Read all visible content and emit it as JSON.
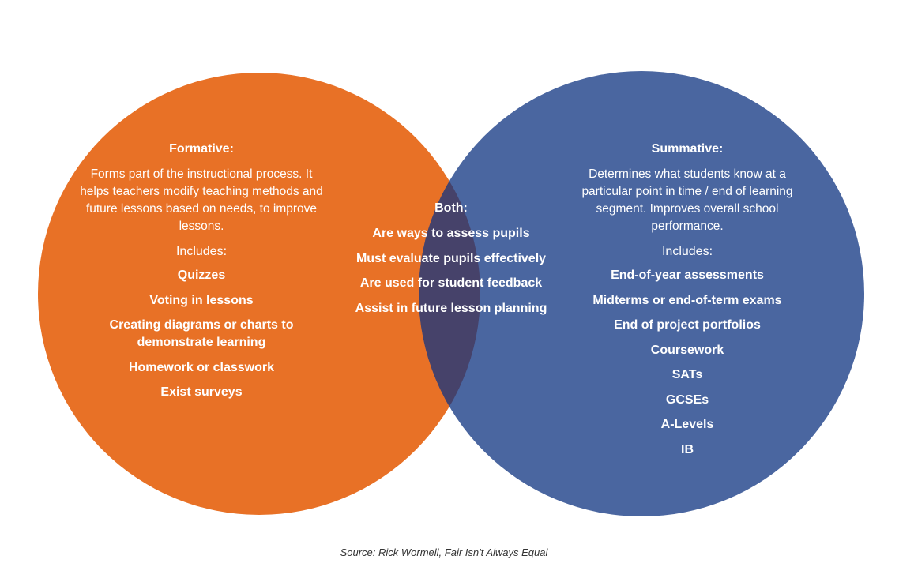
{
  "colors": {
    "formative": "#E87126",
    "summative": "#4A66A0",
    "overlap": "#46426A"
  },
  "formative": {
    "heading": "Formative:",
    "description": "Forms part of the instructional process. It helps teachers modify teaching methods and future lessons based on needs, to improve lessons.",
    "includes_label": "Includes:",
    "items": [
      "Quizzes",
      "Voting in lessons",
      "Creating diagrams or charts to demonstrate learning",
      "Homework or classwork",
      "Exist surveys"
    ]
  },
  "both": {
    "heading": "Both:",
    "items": [
      "Are ways to assess pupils",
      "Must evaluate pupils effectively",
      "Are used for student feedback",
      "Assist in future lesson planning"
    ]
  },
  "summative": {
    "heading": "Summative:",
    "description": "Determines what students know at a particular point in time / end of learning segment. Improves overall school performance.",
    "includes_label": "Includes:",
    "items": [
      "End-of-year assessments",
      "Midterms or end-of-term exams",
      "End of project portfolios",
      "Coursework",
      "SATs",
      "GCSEs",
      "A-Levels",
      "IB"
    ]
  },
  "source": "Source: Rick Wormell, Fair Isn't Always Equal"
}
